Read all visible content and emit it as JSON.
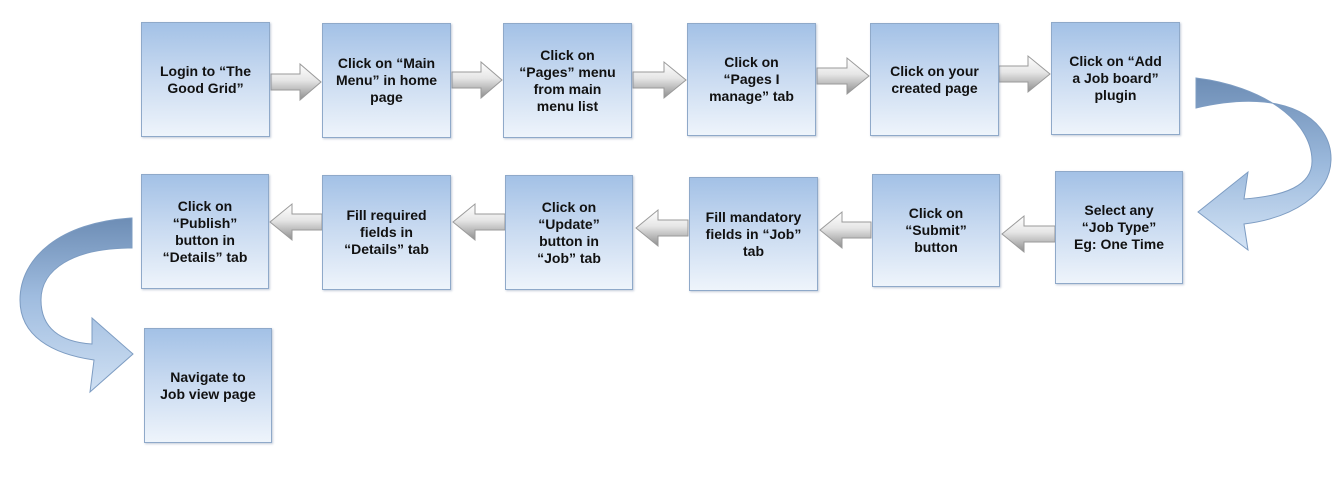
{
  "flowchart": {
    "steps": [
      {
        "id": "step-1",
        "label": "Login to “The\nGood Grid”"
      },
      {
        "id": "step-2",
        "label": "Click on “Main\nMenu” in home\npage"
      },
      {
        "id": "step-3",
        "label": "Click on\n“Pages” menu\nfrom main\nmenu list"
      },
      {
        "id": "step-4",
        "label": "Click on\n“Pages I\nmanage” tab"
      },
      {
        "id": "step-5",
        "label": "Click on your\ncreated page"
      },
      {
        "id": "step-6",
        "label": "Click on “Add\na Job board”\nplugin"
      },
      {
        "id": "step-7",
        "label": "Select any\n“Job Type”\nEg: One Time"
      },
      {
        "id": "step-8",
        "label": "Click on\n“Submit”\nbutton"
      },
      {
        "id": "step-9",
        "label": "Fill mandatory\nfields in “Job”\ntab"
      },
      {
        "id": "step-10",
        "label": "Click on\n“Update”\nbutton in\n“Job” tab"
      },
      {
        "id": "step-11",
        "label": "Fill required\nfields in\n“Details” tab"
      },
      {
        "id": "step-12",
        "label": "Click on\n“Publish”\nbutton in\n“Details” tab"
      },
      {
        "id": "step-13",
        "label": "Navigate to\nJob view page"
      }
    ]
  },
  "colors": {
    "box_border": "#8fa9c9",
    "box_top": "#a3c1e6",
    "box_bottom": "#eef4fb",
    "arrow_light": "#f4f4f4",
    "arrow_dark": "#8e8e8e",
    "curve_light": "#c6daf1",
    "curve_dark": "#6d8db5"
  }
}
